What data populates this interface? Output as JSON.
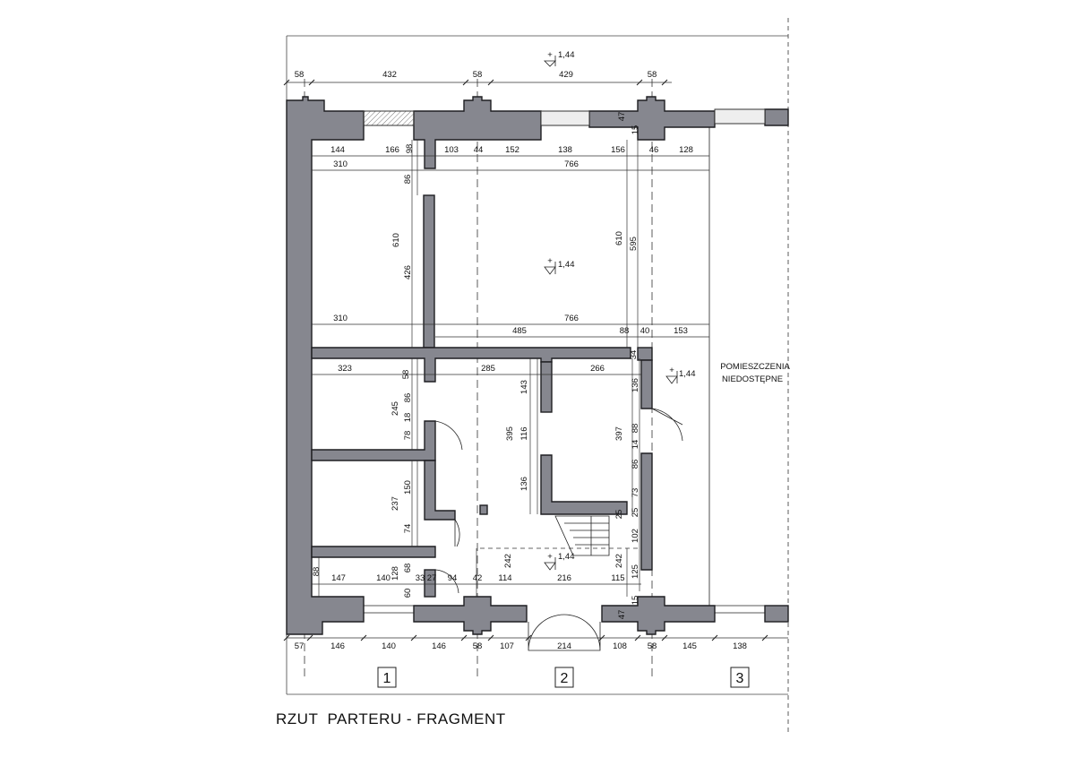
{
  "drawing_title": "RZUT  PARTERU - FRAGMENT",
  "level_marks": [
    {
      "id": "top",
      "value": "1,44",
      "sign": "+"
    },
    {
      "id": "room-big",
      "value": "1,44",
      "sign": "+"
    },
    {
      "id": "right",
      "value": "1,44",
      "sign": "+"
    },
    {
      "id": "hall",
      "value": "1,44",
      "sign": "+"
    }
  ],
  "room_note_lines": [
    "POMIESZCZENIA",
    "NIEDOSTĘPNE"
  ],
  "axis_labels": [
    "1",
    "2",
    "3"
  ],
  "dims_top_outer": [
    "58",
    "432",
    "58",
    "429",
    "58"
  ],
  "dims_top_inner": [
    "144",
    "166",
    "98",
    "103",
    "44",
    "152",
    "138",
    "156",
    "46",
    "128",
    "47",
    "15"
  ],
  "dims_row_310_766": [
    "310",
    "766"
  ],
  "dims_vertical_upper": [
    "86",
    "610",
    "426",
    "610",
    "595"
  ],
  "dims_mid_row": [
    "310",
    "766",
    "485",
    "88",
    "40",
    "153"
  ],
  "dims_lower_row": [
    "323",
    "58",
    "285",
    "266",
    "34"
  ],
  "dims_vertical_lower": [
    "245",
    "86",
    "18",
    "78",
    "237",
    "150",
    "74",
    "143",
    "395",
    "116",
    "136",
    "136",
    "397",
    "88",
    "14",
    "86",
    "73",
    "25",
    "25",
    "102",
    "242",
    "242",
    "125",
    "88",
    "128",
    "68",
    "60"
  ],
  "dims_bottom_inner": [
    "147",
    "140",
    "33",
    "27",
    "94",
    "42",
    "114",
    "216",
    "115",
    "15",
    "47"
  ],
  "dims_bottom_outer": [
    "57",
    "146",
    "140",
    "146",
    "58",
    "107",
    "214",
    "108",
    "58",
    "145",
    "138"
  ]
}
